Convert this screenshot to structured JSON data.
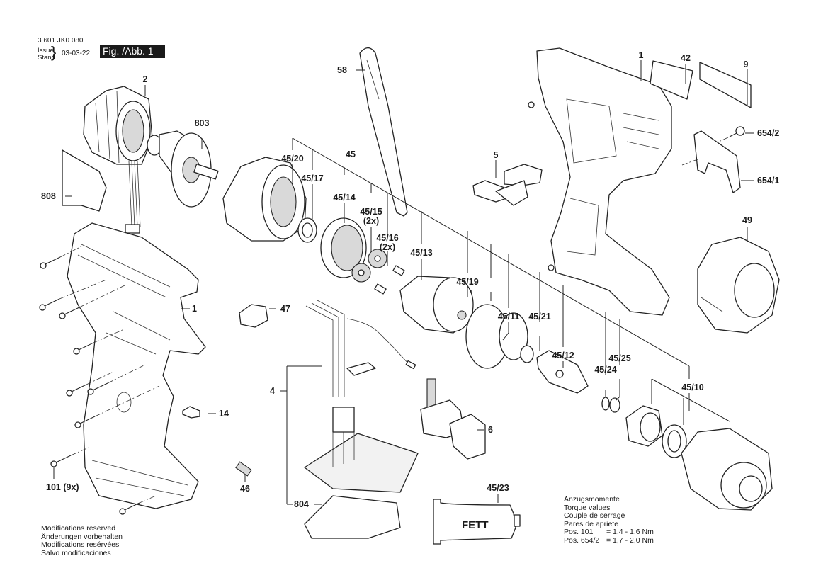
{
  "header": {
    "part_number": "3 601 JK0 080",
    "issue_label": "Issue",
    "stand_label": "Stand",
    "date": "03-03-22",
    "figure_label": "Fig. /Abb. 1"
  },
  "parts": [
    {
      "id": "lbl-2",
      "text": "2"
    },
    {
      "id": "lbl-803",
      "text": "803"
    },
    {
      "id": "lbl-808",
      "text": "808"
    },
    {
      "id": "lbl-1-left",
      "text": "1"
    },
    {
      "id": "lbl-14",
      "text": "14"
    },
    {
      "id": "lbl-101",
      "text": "101 (9x)"
    },
    {
      "id": "lbl-58",
      "text": "58"
    },
    {
      "id": "lbl-45-20",
      "text": "45/20"
    },
    {
      "id": "lbl-45",
      "text": "45"
    },
    {
      "id": "lbl-45-17",
      "text": "45/17"
    },
    {
      "id": "lbl-45-14",
      "text": "45/14"
    },
    {
      "id": "lbl-45-15",
      "text": "45/15"
    },
    {
      "id": "lbl-45-15-qty",
      "text": "(2x)"
    },
    {
      "id": "lbl-45-16",
      "text": "45/16"
    },
    {
      "id": "lbl-45-16-qty",
      "text": "(2x)"
    },
    {
      "id": "lbl-45-13",
      "text": "45/13"
    },
    {
      "id": "lbl-5",
      "text": "5"
    },
    {
      "id": "lbl-47",
      "text": "47"
    },
    {
      "id": "lbl-4",
      "text": "4"
    },
    {
      "id": "lbl-46",
      "text": "46"
    },
    {
      "id": "lbl-804",
      "text": "804"
    },
    {
      "id": "lbl-6",
      "text": "6"
    },
    {
      "id": "lbl-45-23",
      "text": "45/23"
    },
    {
      "id": "lbl-45-19",
      "text": "45/19"
    },
    {
      "id": "lbl-45-11",
      "text": "45/11"
    },
    {
      "id": "lbl-45-21",
      "text": "45/21"
    },
    {
      "id": "lbl-45-12",
      "text": "45/12"
    },
    {
      "id": "lbl-45-24",
      "text": "45/24"
    },
    {
      "id": "lbl-45-25",
      "text": "45/25"
    },
    {
      "id": "lbl-45-10",
      "text": "45/10"
    },
    {
      "id": "lbl-1-right",
      "text": "1"
    },
    {
      "id": "lbl-42",
      "text": "42"
    },
    {
      "id": "lbl-9",
      "text": "9"
    },
    {
      "id": "lbl-654-2",
      "text": "654/2"
    },
    {
      "id": "lbl-654-1",
      "text": "654/1"
    },
    {
      "id": "lbl-49",
      "text": "49"
    }
  ],
  "grease_tube_text": "FETT",
  "modification_notes": [
    "Modifications reserved",
    "Änderungen vorbehalten",
    "Modifications resérvées",
    "Salvo modificaciones"
  ],
  "torque": {
    "headings": [
      "Anzugsmomente",
      "Torque values",
      "Couple de serrage",
      "Pares de apriete"
    ],
    "rows": [
      {
        "pos": "Pos. 101",
        "value": "= 1,4 - 1,6 Nm"
      },
      {
        "pos": "Pos. 654/2",
        "value": "= 1,7 - 2,0 Nm"
      }
    ]
  }
}
